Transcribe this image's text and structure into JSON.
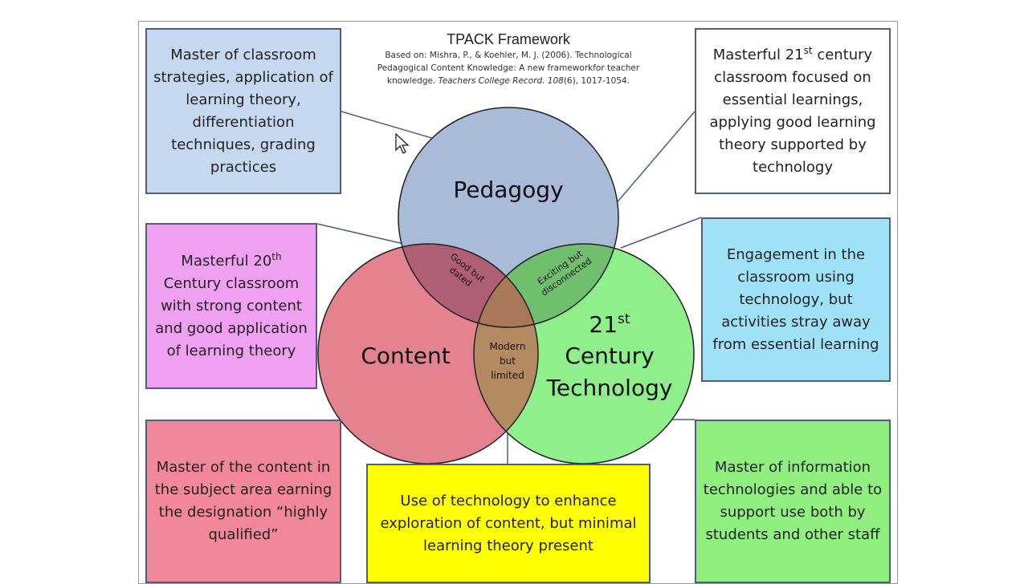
{
  "header": {
    "title": "TPACK Framework",
    "citation_1": "Based on: Mishra, P., & Koehler, M. J. (2006). Technological",
    "citation_2": "Pedagogical Content Knowledge: A new frameworkfor teacher",
    "citation_3a": "knowledge. ",
    "citation_3b": "Teachers College Record. 108",
    "citation_3c": "(6), 1017-1054."
  },
  "circles": {
    "pedagogy": "Pedagogy",
    "content": "Content",
    "technology_line1": "21",
    "technology_sup": "st",
    "technology_line2": "Century",
    "technology_line3": "Technology"
  },
  "overlaps": {
    "pedagogy_content_line1": "Good but",
    "pedagogy_content_line2": "dated",
    "pedagogy_technology_line1": "Exciting but",
    "pedagogy_technology_line2": "disconnected",
    "content_technology_line1": "Modern",
    "content_technology_line2": "but",
    "content_technology_line3": "limited"
  },
  "boxes": {
    "top_left": "Master of classroom strategies, application of learning theory, differentiation techniques, grading practices",
    "top_right_a": "Masterful 21",
    "top_right_sup": "st",
    "top_right_b": " century classroom focused on essential learnings, applying good learning theory supported by technology",
    "mid_left_a": "Masterful 20",
    "mid_left_sup": "th",
    "mid_left_b": " Century classroom with strong content and good application of learning theory",
    "mid_right": "Engagement in the classroom using technology, but activities stray away from essential learning",
    "bottom_left": "Master of the content in the subject area earning the designation “highly qualified”",
    "bottom_center": "Use of technology to enhance exploration of content, but minimal learning theory present",
    "bottom_right": "Master of information technologies and able to support use both by students and other staff"
  },
  "colors": {
    "pedagogy": "#a9bbd8",
    "content": "#e4828f",
    "technology": "#8fef8a",
    "pedagogy_content_overlap": "#b06075",
    "pedagogy_technology_overlap": "#6fbf6f",
    "center_overlap": "#a87858",
    "box_top_left": "#c6d8ef",
    "box_top_right": "#ffffff",
    "box_mid_left": "#f0a0f0",
    "box_mid_right": "#9fe2f7",
    "box_bottom_left": "#f2879a",
    "box_bottom_center": "#ffff00",
    "box_bottom_right": "#8ff07f",
    "border": "#4b5f82"
  },
  "icons": {
    "cursor": "mouse-pointer-icon"
  }
}
